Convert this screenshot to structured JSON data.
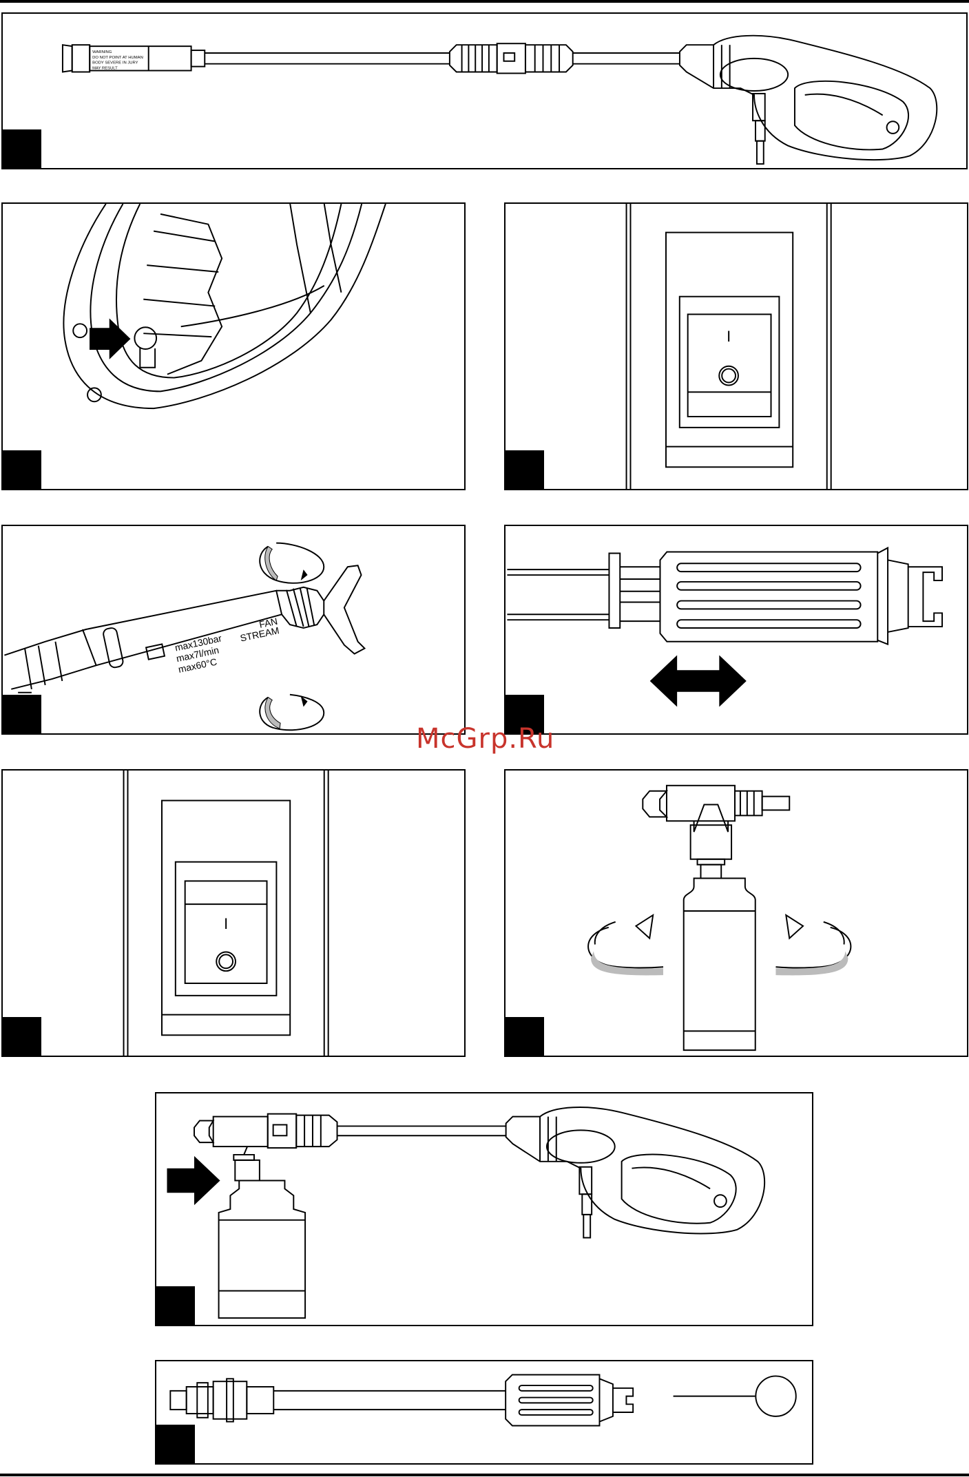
{
  "nozzle_label": {
    "pressure": "max130bar",
    "flow": "max7l/min",
    "temperature": "max60°C",
    "fan": "FAN",
    "stream": "STREAM"
  },
  "warning_lines": [
    "WARNING",
    "DO NOT POINT AT HUMAN",
    "BODY SEVERE IN JURY",
    "MAY RESULT"
  ],
  "switch_on_mark": "I",
  "watermark": "McGrp.Ru"
}
